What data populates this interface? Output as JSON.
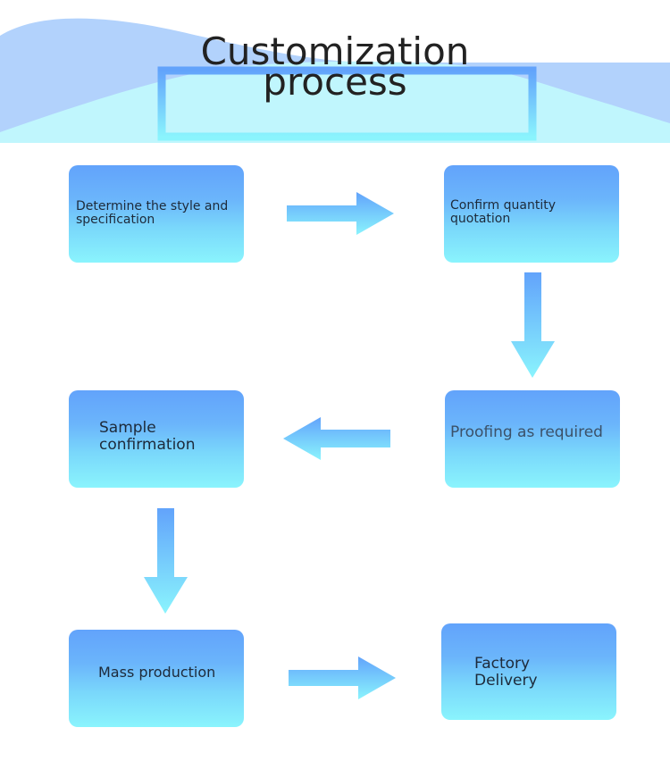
{
  "title": {
    "line1": "Customization",
    "line2": "process"
  },
  "colors": {
    "box_top": "#62a3fb",
    "box_bottom": "#8af4fd",
    "wave_back": "#b2d2fc",
    "wave_front": "#c0f6fd",
    "text": "#1d2a3a"
  },
  "steps": [
    {
      "label": "Determine the style and\nspecification"
    },
    {
      "label": "Confirm quantity\nquotation"
    },
    {
      "label": "Proofing as required"
    },
    {
      "label": "Sample\nconfirmation"
    },
    {
      "label": "Mass production"
    },
    {
      "label": "Factory\nDelivery"
    }
  ],
  "arrows": [
    {
      "from": 0,
      "to": 1,
      "direction": "right"
    },
    {
      "from": 1,
      "to": 2,
      "direction": "down"
    },
    {
      "from": 2,
      "to": 3,
      "direction": "left"
    },
    {
      "from": 3,
      "to": 4,
      "direction": "down"
    },
    {
      "from": 4,
      "to": 5,
      "direction": "right"
    }
  ]
}
